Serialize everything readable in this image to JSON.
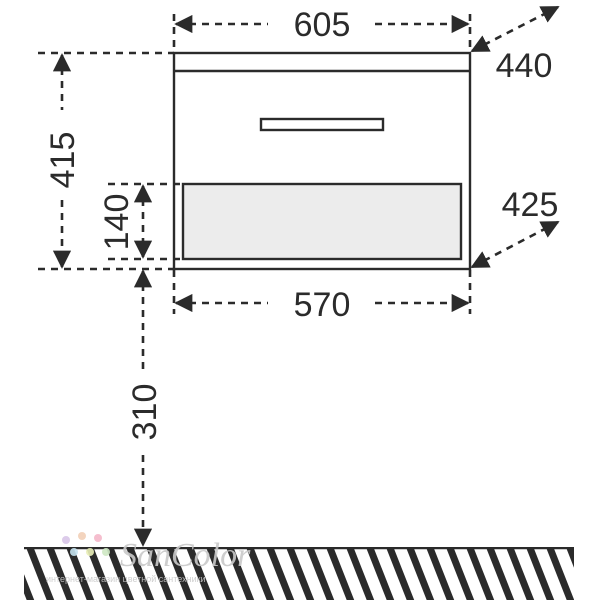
{
  "dimensions": {
    "top_width": "605",
    "bottom_width": "570",
    "height_total": "415",
    "drawer_height": "140",
    "depth_top": "440",
    "depth_bottom": "425",
    "floor_clearance": "310"
  },
  "watermark": {
    "brand": "SanColor",
    "tagline": "интернет-магазин цветной сантехники"
  },
  "colors": {
    "line": "#2b2b2b",
    "drawer_fill": "#ececec",
    "floor_stripe": "#2b2b2b"
  }
}
